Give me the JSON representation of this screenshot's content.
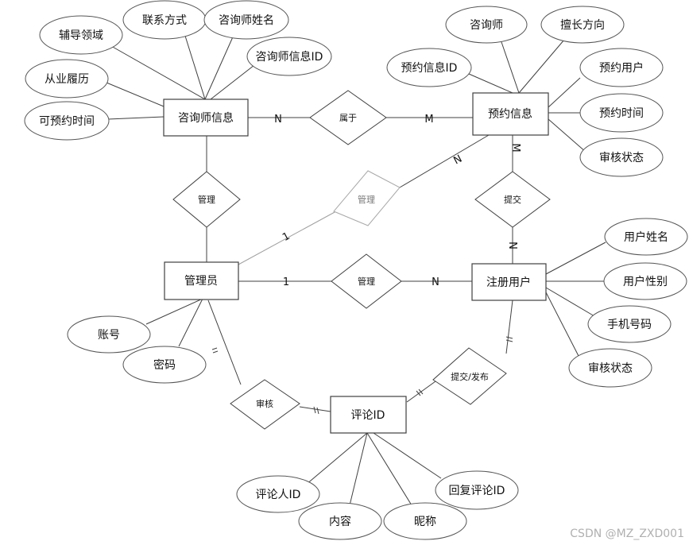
{
  "entities": {
    "counselor_info": "咨询师信息",
    "appointment_info": "预约信息",
    "admin": "管理员",
    "registered_user": "注册用户",
    "comment_id": "评论ID"
  },
  "relationships": {
    "belongs": "属于",
    "manage_counselor": "管理",
    "manage_appointment": "管理",
    "submit_appointment": "提交",
    "manage_user": "管理",
    "review": "审核",
    "submit_publish": "提交/发布"
  },
  "attributes": {
    "counselor_info": [
      "辅导领域",
      "联系方式",
      "咨询师姓名",
      "咨询师信息ID",
      "从业履历",
      "可预约时间"
    ],
    "appointment_info": [
      "咨询师",
      "擅长方向",
      "预约信息ID",
      "预约用户",
      "预约时间",
      "审核状态"
    ],
    "admin": [
      "账号",
      "密码"
    ],
    "registered_user": [
      "用户姓名",
      "用户性别",
      "手机号码",
      "审核状态"
    ],
    "comment_id": [
      "评论人ID",
      "内容",
      "昵称",
      "回复评论ID"
    ]
  },
  "cardinalities": {
    "belongs_left": "N",
    "belongs_right": "M",
    "admin_appointment_admin": "1",
    "admin_appointment_appt": "N",
    "submit_appt": "M",
    "submit_user": "N",
    "manage_user_admin": "1",
    "manage_user_user": "N"
  },
  "watermark": "CSDN @MZ_ZXD001"
}
